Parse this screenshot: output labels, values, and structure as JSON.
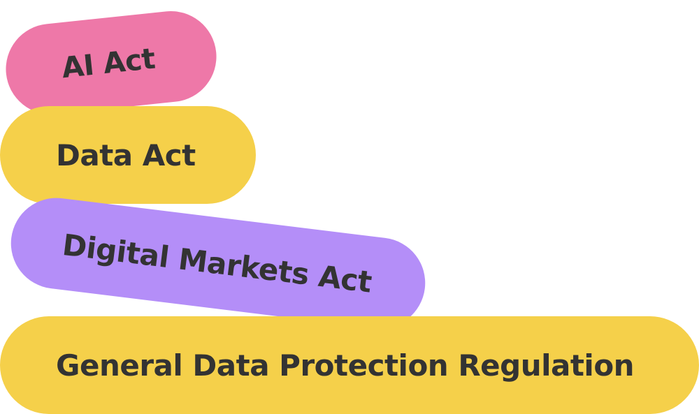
{
  "colors": {
    "pink": "#ee78a8",
    "yellow": "#f5d04a",
    "purple": "#b48ef8",
    "text": "#333333"
  },
  "pills": [
    {
      "label": "AI Act",
      "color": "pink"
    },
    {
      "label": "Data Act",
      "color": "yellow"
    },
    {
      "label": "Digital Markets Act",
      "color": "purple"
    },
    {
      "label": "General Data Protection Regulation",
      "color": "yellow"
    }
  ]
}
